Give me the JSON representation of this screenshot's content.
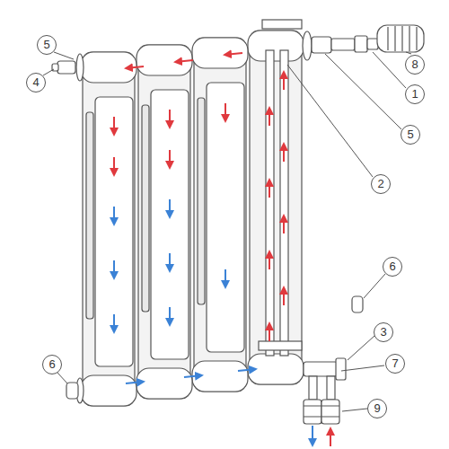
{
  "diagram": {
    "labels": [
      "5",
      "8",
      "4",
      "1",
      "5",
      "2",
      "6",
      "3",
      "6",
      "7",
      "9"
    ]
  }
}
